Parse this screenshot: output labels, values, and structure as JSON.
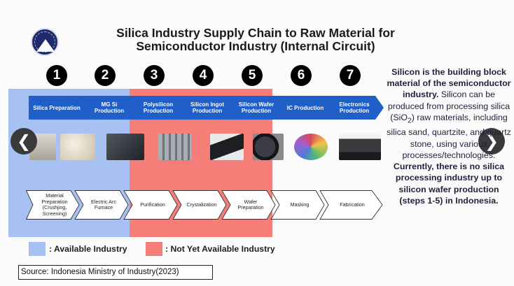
{
  "title_line1": "Silica Industry Supply Chain to Raw Material for",
  "title_line2": "Semiconductor Industry (Internal Circuit)",
  "logo_icon": "mountain-emblem-logo-icon",
  "colors": {
    "chevron": "#1f5fc7",
    "available": "#a7c1f2",
    "not_available": "#f57f78"
  },
  "steps": [
    {
      "number": "1",
      "label": "Silica Preparation",
      "process": "Material Preparation (Crushjing, Screening)"
    },
    {
      "number": "2",
      "label": "MG Si Production",
      "process": "Electric Arc Furnace"
    },
    {
      "number": "3",
      "label": "Polysilicon Production",
      "process": "Purification"
    },
    {
      "number": "4",
      "label": "Silicon Ingot Production",
      "process": "Crystalization"
    },
    {
      "number": "5",
      "label": "Silicon Wafer Production",
      "process": "Wafer Preparation"
    },
    {
      "number": "6",
      "label": "IC Production",
      "process": "Masking"
    },
    {
      "number": "7",
      "label": "Electronics Production",
      "process": "Fabrication"
    }
  ],
  "photos": [
    {
      "name": "silica-sand-photo",
      "color": "#c9c4bb"
    },
    {
      "name": "quartz-crystals-photo",
      "color": "#e4ddd0"
    },
    {
      "name": "metallurgical-silicon-photo",
      "color": "#34383f"
    },
    {
      "name": "polysilicon-rods-photo",
      "color": "#8d9199"
    },
    {
      "name": "silicon-ingot-photo",
      "color": "#2a2b2e"
    },
    {
      "name": "silicon-wafer-photo",
      "color": "#2c2c34"
    },
    {
      "name": "integrated-circuits-photo",
      "color": "#b89c62"
    },
    {
      "name": "electronic-devices-photo",
      "color": "#2e2e31"
    }
  ],
  "side_text": {
    "p1": "Silicon is the building block material of the semiconductor industry.",
    "p2_before": "Silicon can be produced from processing silica (SiO",
    "p2_sub": "2",
    "p2_after": ") raw materials, including silica sand, quartzite, and quartz stone, using various processes/technologies.",
    "p3": "Currently, there is no silica processing industry up to silicon wafer production (steps 1-5) in Indonesia."
  },
  "legend": {
    "available": ": Available Industry",
    "not_available": ": Not Yet Available Industry"
  },
  "source": "Source: Indonesia Ministry of Industry(2023)",
  "nav": {
    "prev": "❮",
    "next": "❯"
  }
}
